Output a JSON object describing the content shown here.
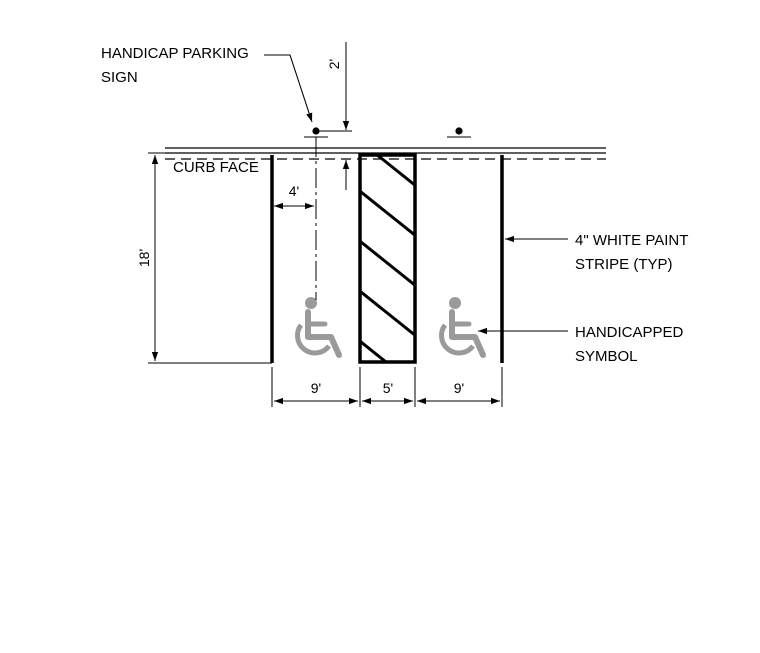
{
  "labels": {
    "sign_line1": "HANDICAP PARKING",
    "sign_line2": "SIGN",
    "curb_face": "CURB FACE",
    "stripe_line1": "4\" WHITE PAINT",
    "stripe_line2": "STRIPE (TYP)",
    "symbol_line1": "HANDICAPPED",
    "symbol_line2": "SYMBOL"
  },
  "dimensions": {
    "sign_offset": "2'",
    "sign_from_stripe": "4'",
    "stall_depth": "18'",
    "stall_left_width": "9'",
    "aisle_width": "5'",
    "stall_right_width": "9'"
  },
  "colors": {
    "line": "#000000",
    "symbol": "#9a9a9a"
  },
  "icons": [
    "handicapped-symbol-icon",
    "sign-post-icon"
  ]
}
